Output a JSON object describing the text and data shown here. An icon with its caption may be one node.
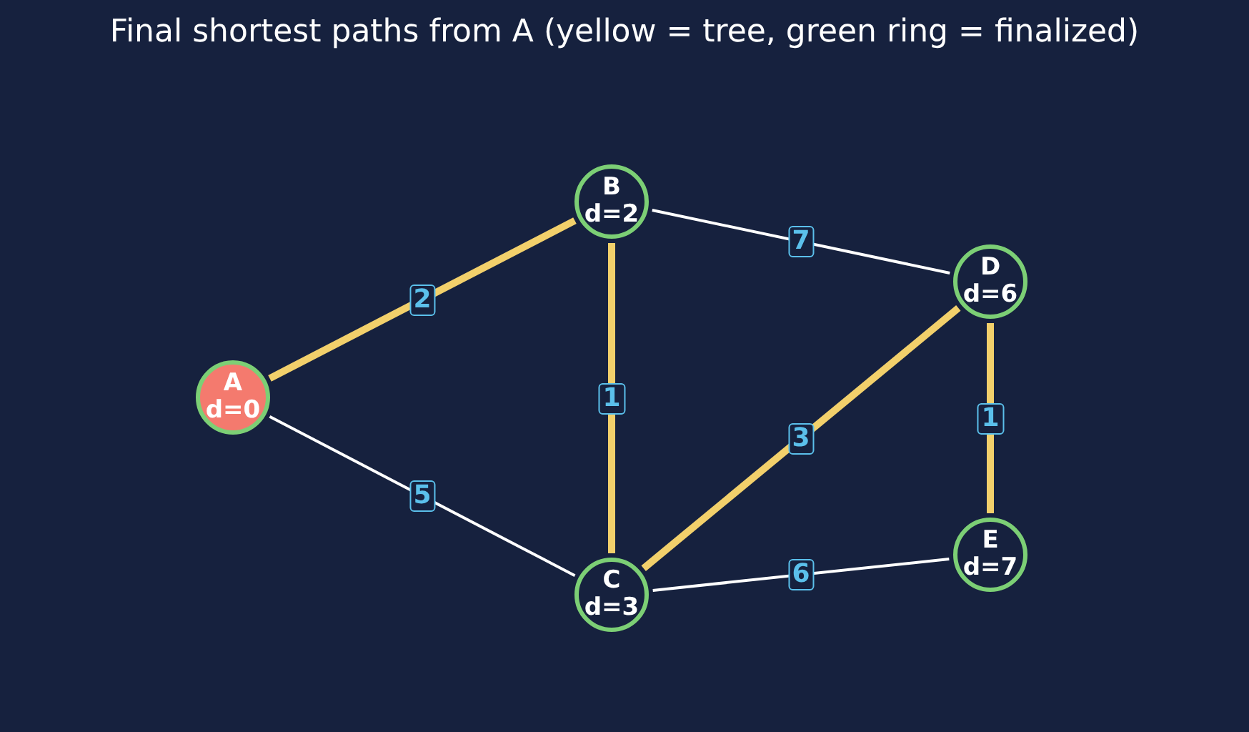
{
  "diagram": {
    "title": "Final shortest paths from A  (yellow = tree, green ring = finalized)",
    "nodes": [
      {
        "text": [
          "A",
          "d=0"
        ]
      },
      {
        "text": [
          "B",
          "d=2"
        ]
      },
      {
        "text": [
          "D",
          "d=6"
        ]
      },
      {
        "text": [
          "E",
          "d=7"
        ]
      },
      {
        "text": [
          "C",
          "d=3"
        ]
      }
    ],
    "edges": [
      {
        "from": 0,
        "to": 1,
        "arrow": "none",
        "label": "2"
      },
      {
        "from": 0,
        "to": 4,
        "arrow": "none",
        "label": "5",
        "color": "#ffffff"
      },
      {
        "from": 1,
        "to": 4,
        "arrow": "none",
        "label": "1"
      },
      {
        "from": 1,
        "to": 2,
        "arrow": "none",
        "label": "7",
        "color": "#ffffff"
      },
      {
        "from": 4,
        "to": 2,
        "arrow": "none",
        "label": "3"
      },
      {
        "from": 2,
        "to": 3,
        "arrow": "none",
        "label": "1"
      },
      {
        "from": 4,
        "to": 3,
        "arrow": "none",
        "label": "6",
        "color": "#ffffff"
      }
    ]
  }
}
